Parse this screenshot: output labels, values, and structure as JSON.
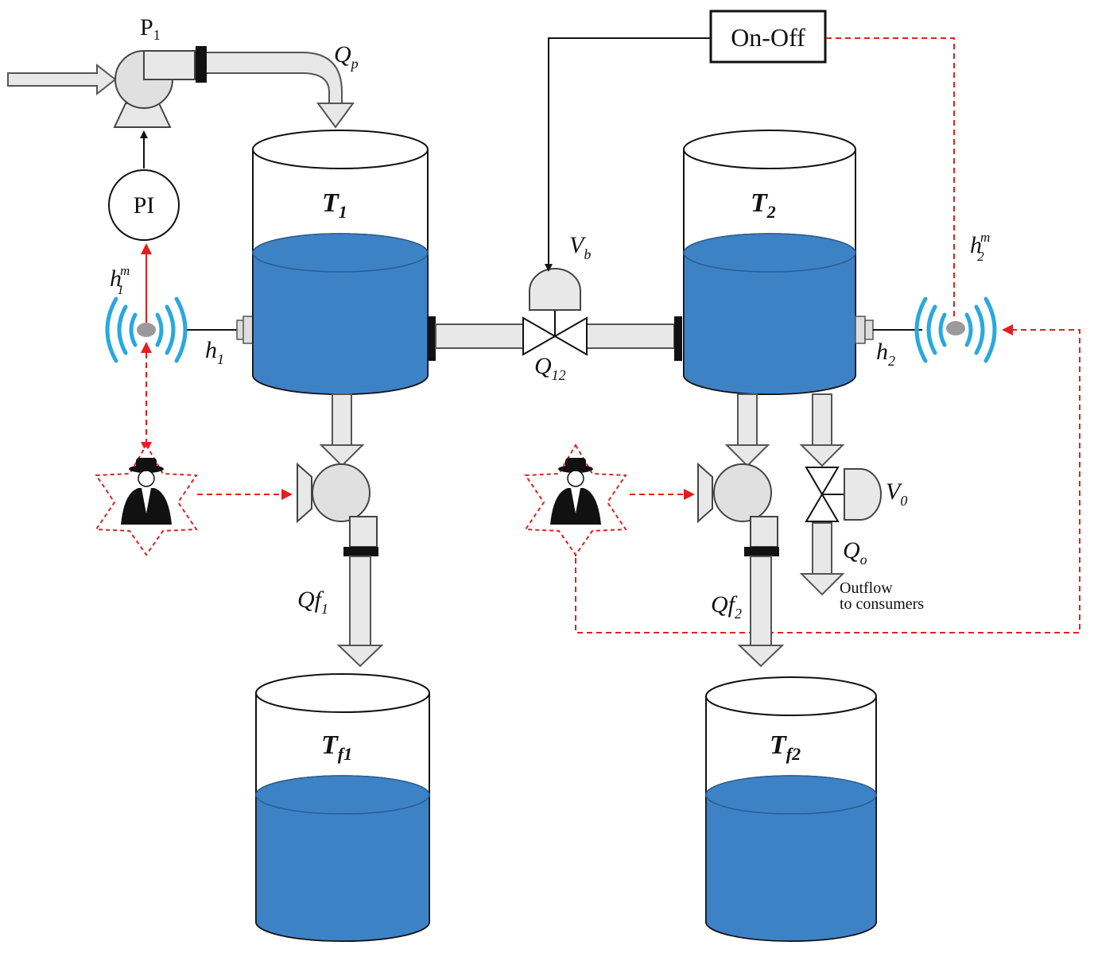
{
  "pump_label_main": "P",
  "pump_label_sub": "1",
  "controller_pi": "PI",
  "controller_onoff": "On-Off",
  "tank1": {
    "main": "T",
    "sub": "1"
  },
  "tank2": {
    "main": "T",
    "sub": "2"
  },
  "tank_f1": {
    "main": "T",
    "sub": "f1"
  },
  "tank_f2": {
    "main": "T",
    "sub": "f2"
  },
  "flow_qp": {
    "main": "Q",
    "sub": "p"
  },
  "flow_q12": {
    "main": "Q",
    "sub": "12"
  },
  "flow_qf1": {
    "main": "Qf",
    "sub": "1"
  },
  "flow_qf2": {
    "main": "Qf",
    "sub": "2"
  },
  "flow_qo": {
    "main": "Q",
    "sub": "o"
  },
  "valve_vb": {
    "main": "V",
    "sub": "b"
  },
  "valve_v0": {
    "main": "V",
    "sub": "0"
  },
  "level_h1": {
    "main": "h",
    "sub": "1"
  },
  "level_h2": {
    "main": "h",
    "sub": "2"
  },
  "meas_h1m": {
    "main": "h",
    "sub": "1",
    "sup": "m"
  },
  "meas_h2m": {
    "main": "h",
    "sub": "2",
    "sup": "m"
  },
  "outflow_line1": "Outflow",
  "outflow_line2": "to consumers",
  "colors": {
    "water": "#3e82c6",
    "attack": "#e02020",
    "wireless": "#29a8e0",
    "pipe": "#e8e8e8"
  }
}
